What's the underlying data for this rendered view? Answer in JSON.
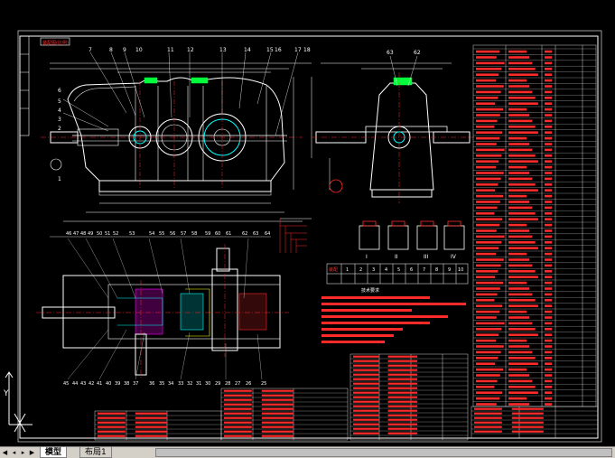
{
  "drawing": {
    "title_label": "装配图(比例)",
    "part_numbers_top": [
      "7",
      "8",
      "9",
      "10",
      "11",
      "12",
      "13",
      "14",
      "15",
      "16",
      "17",
      "18"
    ],
    "part_numbers_left": [
      "1",
      "2",
      "3",
      "4",
      "5",
      "6"
    ],
    "part_numbers_bottom": [
      "46",
      "47",
      "48",
      "49",
      "50",
      "51",
      "52",
      "53",
      "54",
      "55",
      "56",
      "57",
      "58",
      "59",
      "60",
      "61",
      "62",
      "63",
      "64"
    ],
    "part_numbers_lower": [
      "45",
      "44",
      "43",
      "42",
      "41",
      "40",
      "39",
      "38",
      "37",
      "36",
      "35",
      "34",
      "33",
      "32",
      "31",
      "30",
      "29",
      "28",
      "27",
      "26",
      "25"
    ],
    "side_view_labels": [
      "63",
      "62"
    ],
    "mount_labels": [
      "I",
      "II",
      "III",
      "IV"
    ],
    "table_header": [
      "装配",
      "1",
      "2",
      "3",
      "4",
      "5",
      "6",
      "7",
      "8",
      "9",
      "10"
    ],
    "tech_req_title": "技术要求",
    "notes_colors": {
      "red": "#ff2b2b",
      "white": "#ffffff",
      "cyan": "#00ffff",
      "yellow": "#ffff00",
      "green": "#00ff3a",
      "magenta": "#ff00ff"
    }
  },
  "tabs": [
    {
      "label": "模型",
      "active": true
    },
    {
      "label": "布局1",
      "active": false
    }
  ]
}
